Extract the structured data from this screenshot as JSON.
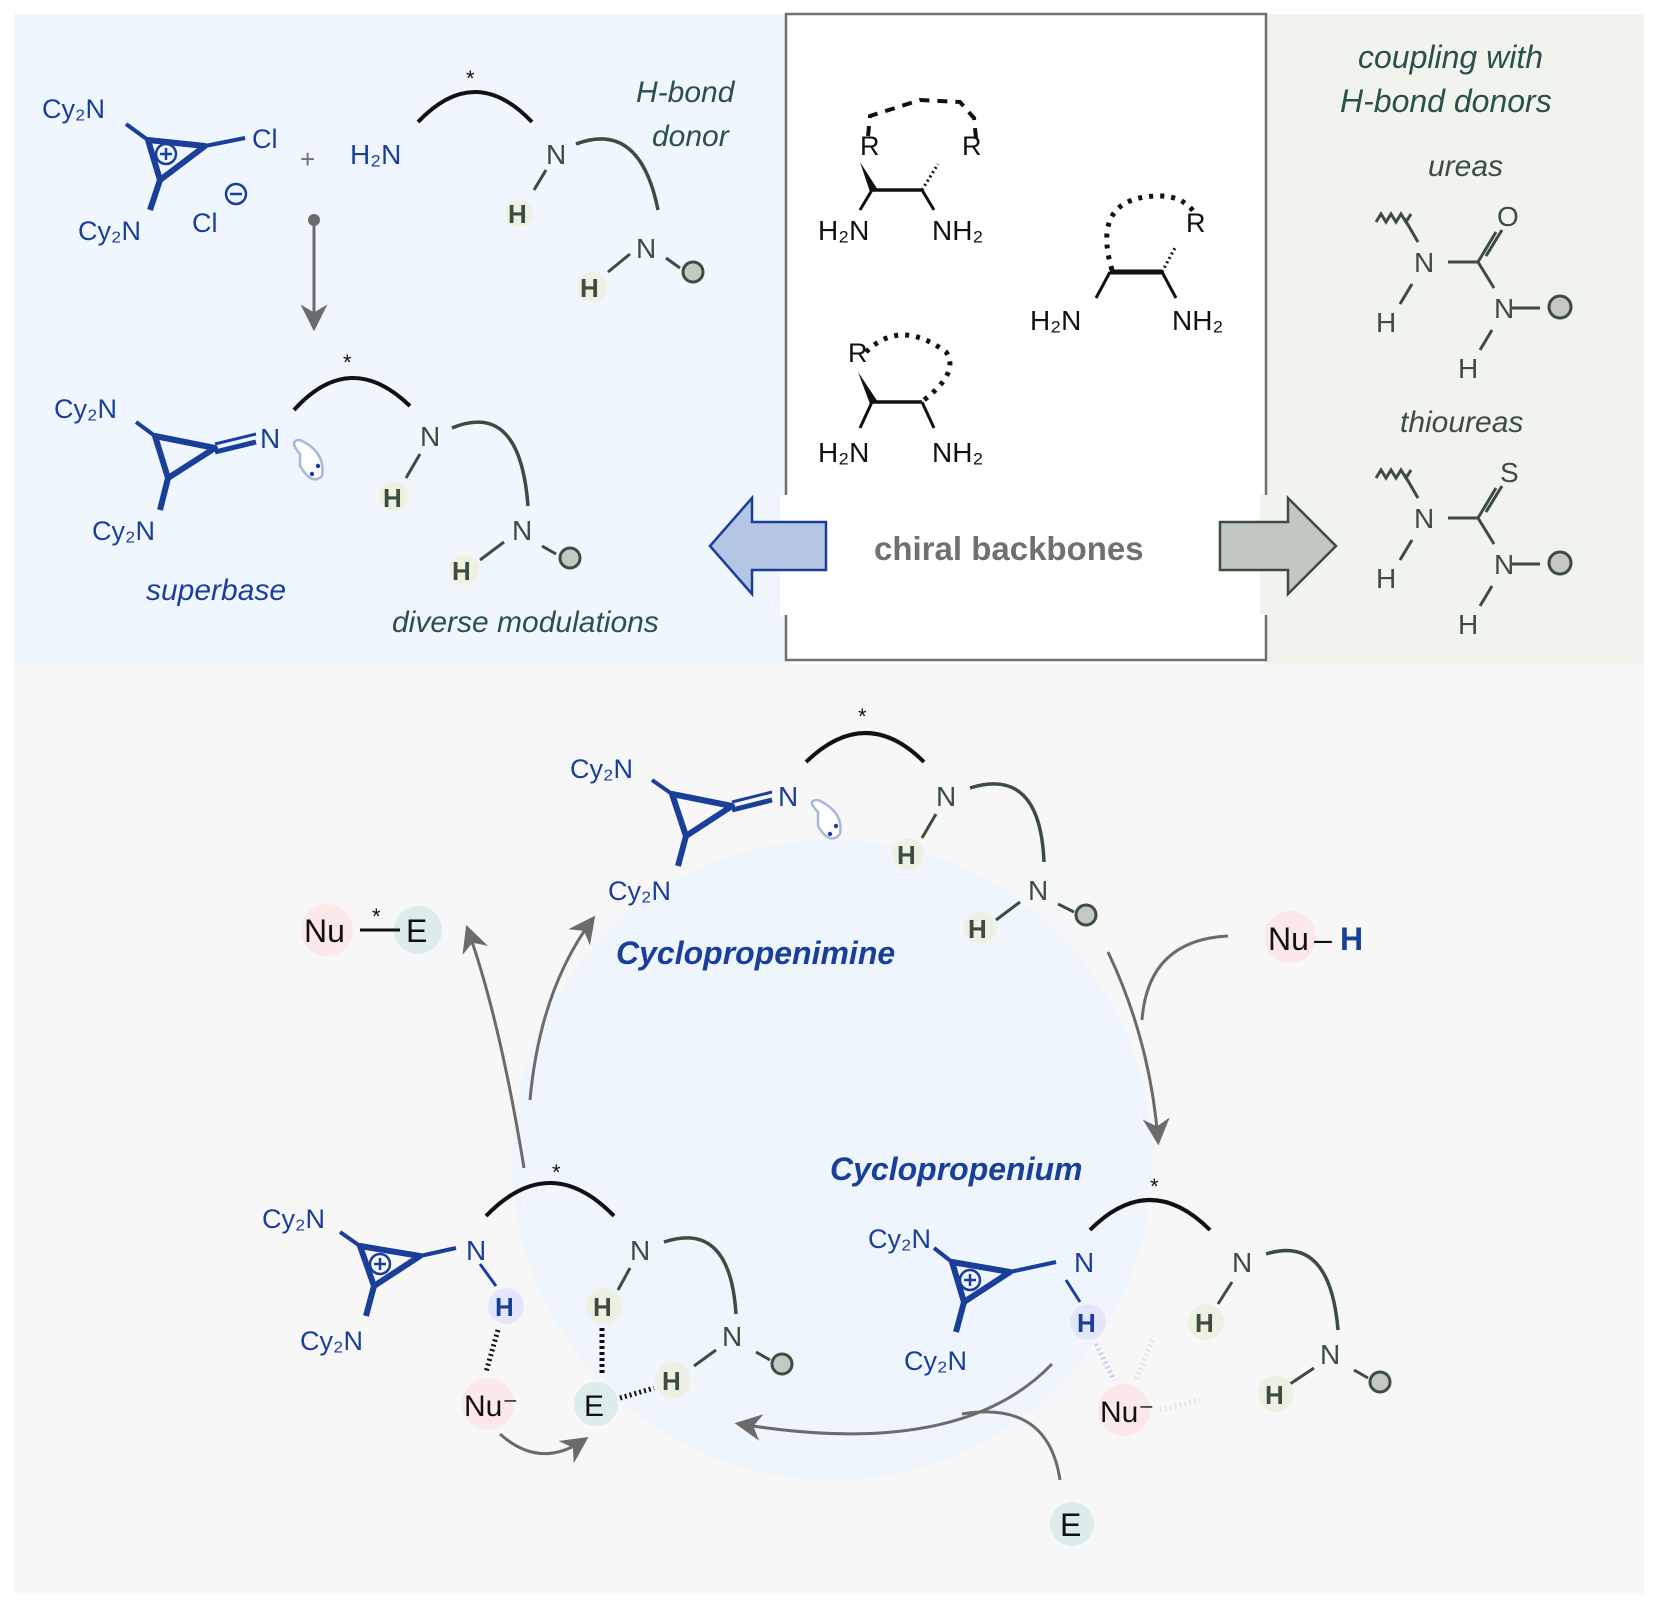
{
  "colors": {
    "panel_left": "#f0f6fe",
    "panel_center": "#ffffff",
    "panel_right": "#f1f4ec",
    "panel_bottom": "#f7f7f7",
    "cycle_fill": "#eef5fd",
    "catalyst_blue": "#1a3f99",
    "donor_green": "#3a4d3e",
    "label_teal": "#2b4f4c",
    "arrow_grey": "#707070",
    "nu_highlight": "#fbe8e8",
    "e_highlight": "#dcecec",
    "h_highlight": "#edf1e2",
    "h_blue_highlight": "#e3e6f8"
  },
  "top_left": {
    "cy2n": "Cy₂N",
    "cl": "Cl",
    "counterion": "Cl",
    "plus": "+",
    "amine": "H₂N",
    "n": "N",
    "h": "H",
    "star": "*",
    "hbond_label_1": "H-bond",
    "hbond_label_2": "donor",
    "superbase_label": "superbase",
    "modulations_label": "diverse modulations"
  },
  "center": {
    "r": "R",
    "h2n": "H₂N",
    "nh2": "NH₂",
    "title": "chiral backbones"
  },
  "right": {
    "title_1": "coupling with",
    "title_2": "H-bond donors",
    "ureas_label": "ureas",
    "thioureas_label": "thioureas",
    "o": "O",
    "s": "S",
    "n": "N",
    "h": "H"
  },
  "cycle": {
    "cyclopropenimine_label": "Cyclopropenimine",
    "cyclopropenium_label": "Cyclopropenium",
    "product_nu": "Nu",
    "product_e": "E",
    "product_star": "*",
    "reagent_nu": "Nu",
    "reagent_dash": "–",
    "reagent_h": "H",
    "nu_minus": "Nu⁻",
    "electrophile": "E",
    "cy2n": "Cy₂N",
    "n": "N",
    "h": "H",
    "star": "*"
  }
}
